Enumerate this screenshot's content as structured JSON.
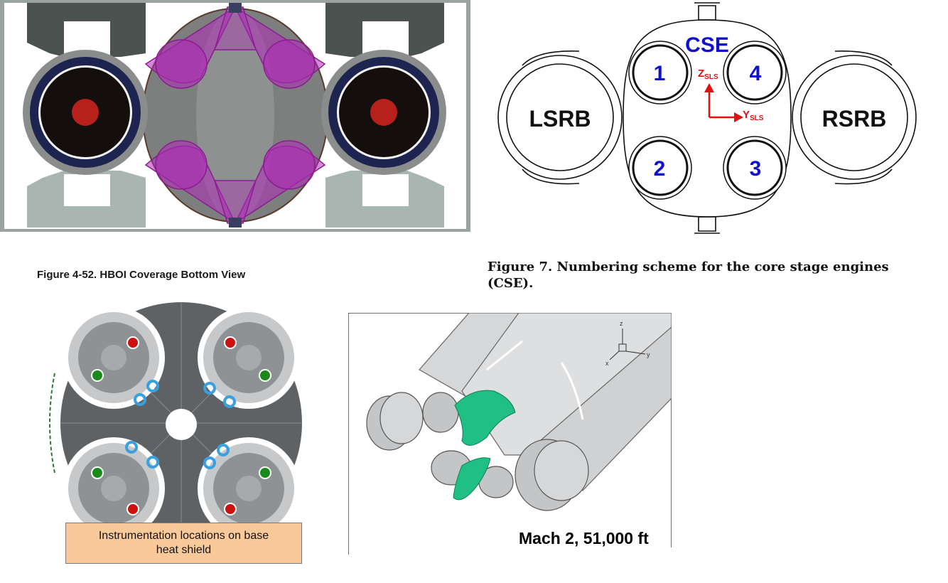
{
  "figures": {
    "hboi": {
      "caption": "Figure 4-52. HBOI Coverage Bottom View"
    },
    "cse": {
      "caption_line1": "Figure 7.  Numbering scheme for the core stage engines",
      "caption_line2": "(CSE).",
      "title": "CSE",
      "left_booster": "LSRB",
      "right_booster": "RSRB",
      "engines": [
        "1",
        "4",
        "2",
        "3"
      ],
      "axis_z": "Z",
      "axis_z_sub": "SLS",
      "axis_y": "Y",
      "axis_y_sub": "SLS",
      "colors": {
        "engine_label": "#1010d0",
        "axis": "#e01010"
      }
    },
    "heat_shield": {
      "label_line1": "Instrumentation locations on base",
      "label_line2": "heat shield",
      "colors": {
        "sensor_red": "#cc1111",
        "sensor_green": "#1a8a1a",
        "sensor_blue": "#3aa0e0",
        "label_bg": "#f9c99a"
      }
    },
    "cfd": {
      "label": "Mach 2, 51,000 ft",
      "triad_z": "z",
      "triad_x": "x",
      "triad_y": "y",
      "colors": {
        "plume": "#1fbf86"
      }
    }
  }
}
